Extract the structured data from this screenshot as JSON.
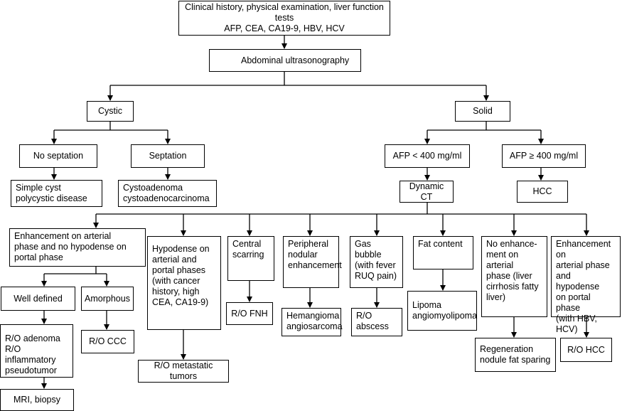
{
  "nodes": {
    "clinical": "Clinical history, physical examination, liver function tests\nAFP, CEA, CA19-9, HBV, HCV",
    "ultrasound": "Abdominal ultrasonography",
    "cystic": "Cystic",
    "solid": "Solid",
    "no_septation": "No septation",
    "septation": "Septation",
    "simple_cyst": "Simple cyst\npolycystic disease",
    "cystoadenoma": "Cystoadenoma\ncystoadenocarcinoma",
    "afp_low": "AFP < 400 mg/ml",
    "afp_high": "AFP ≥ 400 mg/ml",
    "dynamic_ct": "Dynamic CT",
    "hcc": "HCC",
    "enh_arterial": "Enhancement on arterial\nphase and no hypodense on\nportal phase",
    "hypodense": "Hypodense on\narterial and\nportal phases\n(with cancer\nhistory, high\nCEA, CA19-9)",
    "central_scar": "Central\nscarring",
    "peripheral": "Peripheral\nnodular\nenhancement",
    "gas_bubble": "Gas bubble\n(with fever\nRUQ pain)",
    "fat_content": "Fat content",
    "no_enh": "No enhance-\nment on arterial\nphase (liver\ncirrhosis fatty\nliver)",
    "enh_hypo": "Enhancement on\narterial phase\nand hypodense\non portal phase\n(with HBV, HCV)",
    "well_defined": "Well defined",
    "amorphous": "Amorphous",
    "ro_adenoma": "R/O adenoma\nR/O inflammatory\n      pseudotumor",
    "ro_ccc": "R/O CCC",
    "ro_fnh": "R/O FNH",
    "hemangioma": "Hemangioma\nangiosarcoma",
    "ro_abscess": "R/O\nabscess",
    "lipoma": "Lipoma\nangiomyolipoma",
    "regeneration": "Regeneration\nnodule fat sparing",
    "ro_hcc": "R/O HCC",
    "ro_metastatic": "R/O metastatic tumors",
    "mri": "MRI, biopsy"
  }
}
